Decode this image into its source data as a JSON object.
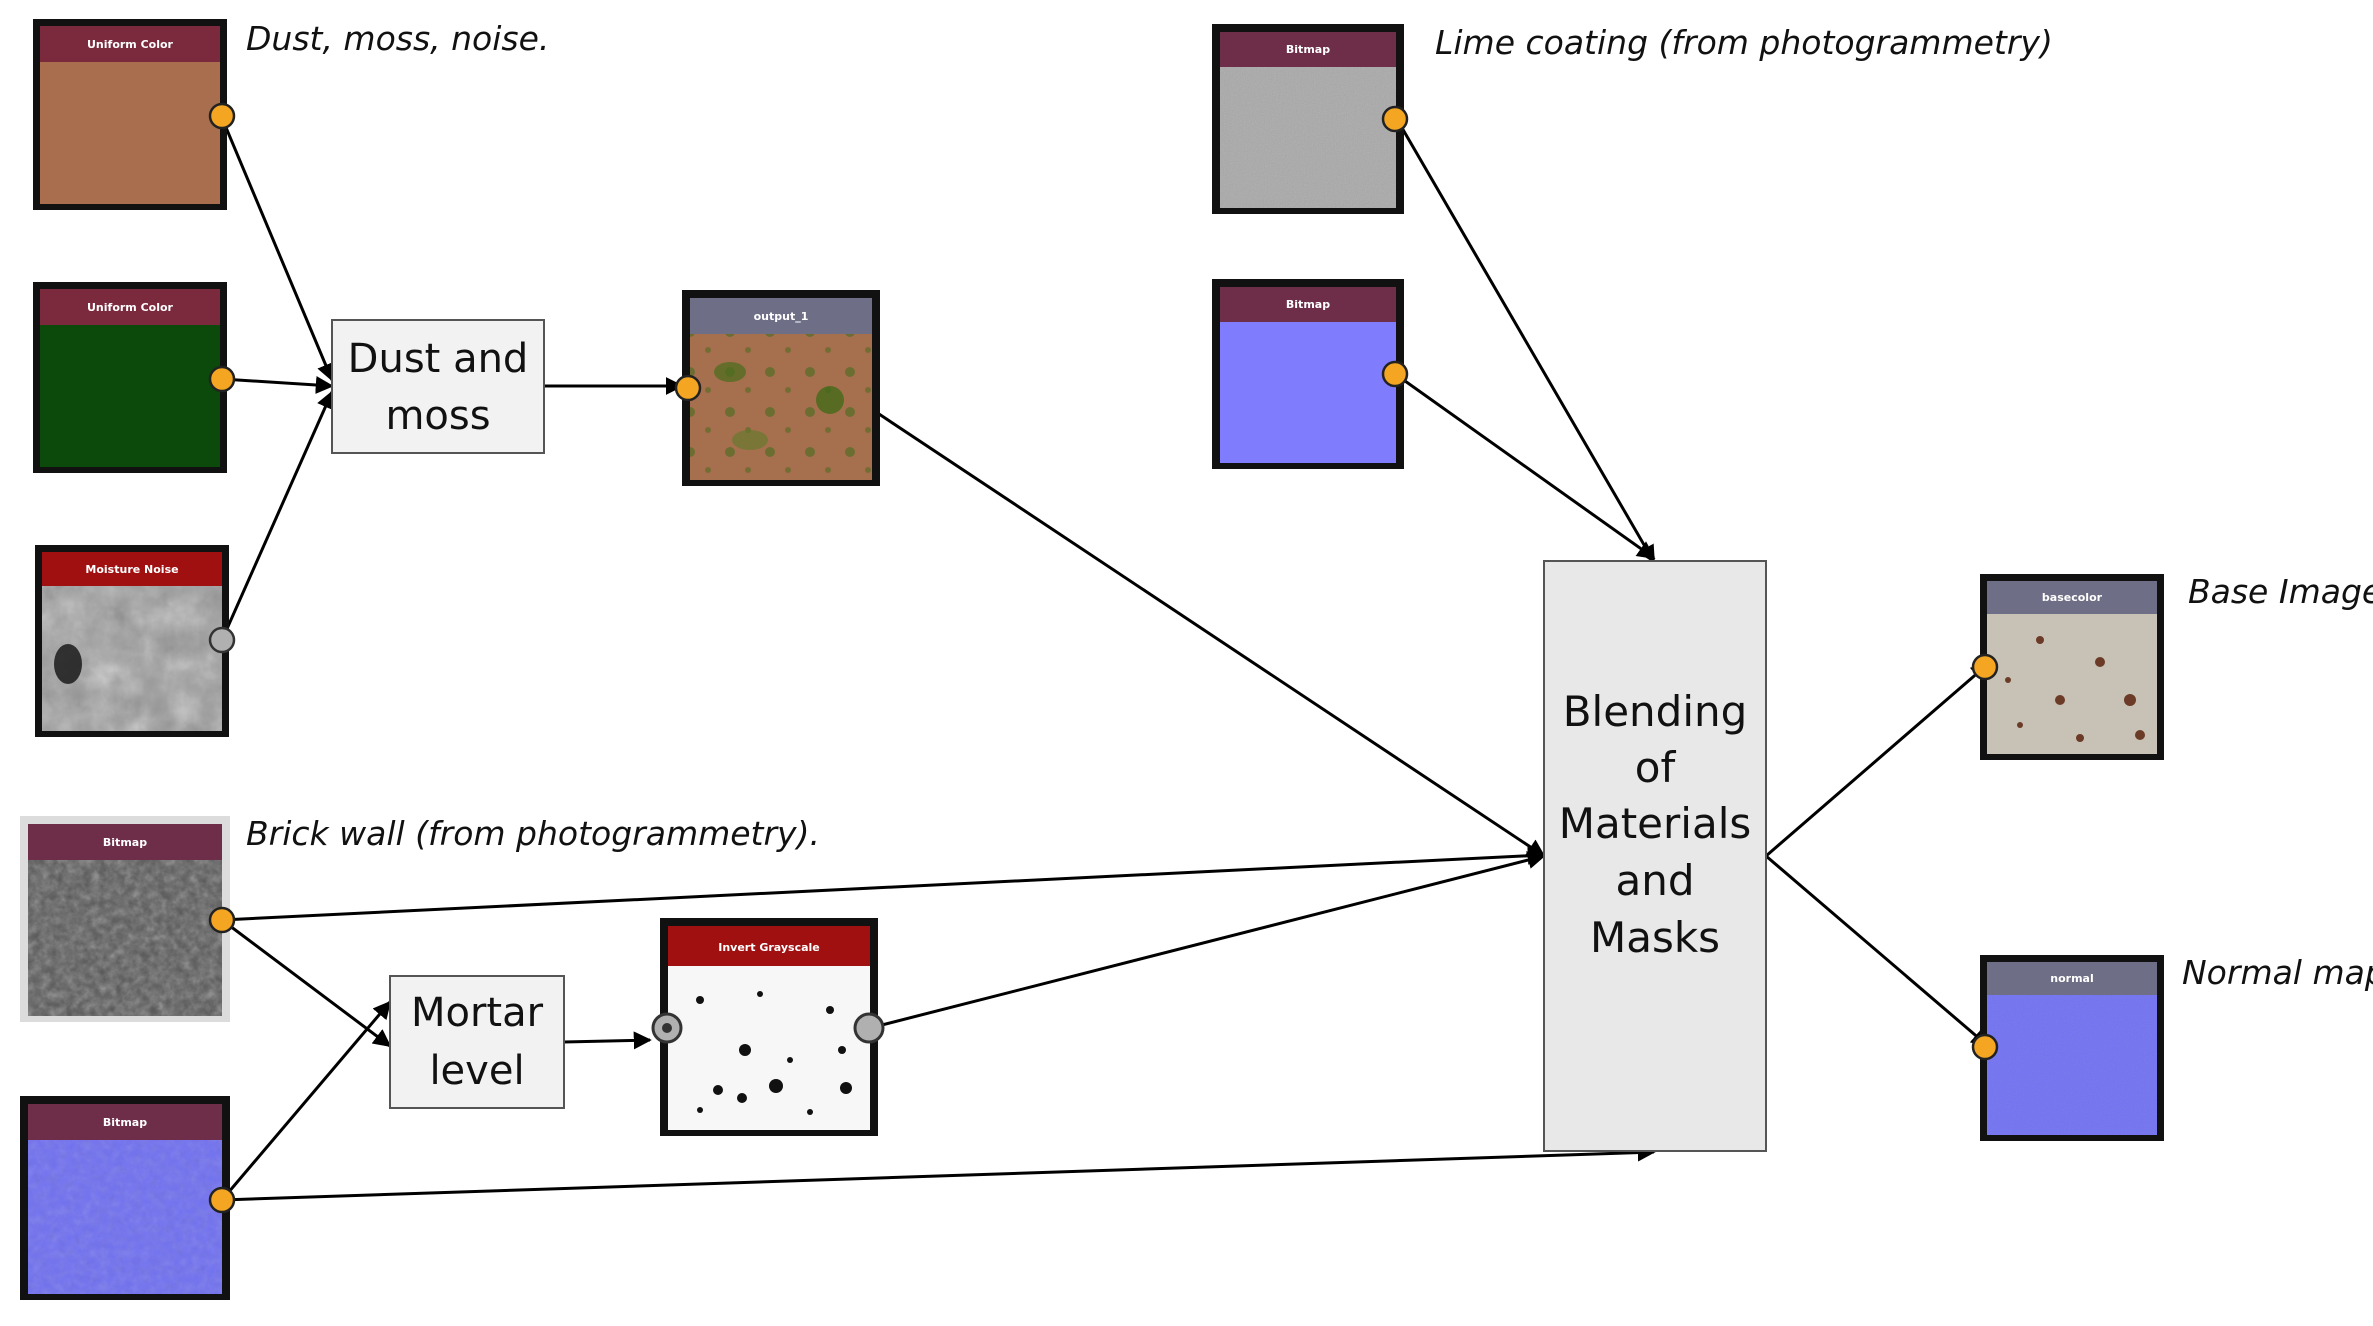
{
  "captions": {
    "dust": "Dust, moss, noise.",
    "lime": "Lime coating (from photogrammetry)",
    "brick": "Brick wall (from photogrammetry).",
    "base": "Base Image",
    "normal": "Normal map"
  },
  "nodes": {
    "uniform_brown": {
      "title": "Uniform Color",
      "header_color": "#7b2a3e",
      "fill_color": "#a86e4e"
    },
    "uniform_green": {
      "title": "Uniform Color",
      "header_color": "#7b2a3e",
      "fill_color": "#0b4a0b"
    },
    "moisture": {
      "title": "Moisture Noise",
      "header_color": "#a01010"
    },
    "output1": {
      "title": "output_1",
      "header_color": "#6e6e86"
    },
    "lime_bitmap": {
      "title": "Bitmap",
      "header_color": "#6e2e4a"
    },
    "blue_bitmap_top": {
      "title": "Bitmap",
      "header_color": "#6e2e4a",
      "fill_color": "#7f7dfd"
    },
    "brick_bitmap": {
      "title": "Bitmap",
      "header_color": "#6e2e4a"
    },
    "normal_bitmap": {
      "title": "Bitmap",
      "header_color": "#6e2e4a"
    },
    "invert": {
      "title": "Invert Grayscale",
      "header_color": "#a01010"
    },
    "basecolor": {
      "title": "basecolor",
      "header_color": "#6e6e86"
    },
    "normal_out": {
      "title": "normal",
      "header_color": "#6e6e86"
    }
  },
  "boxes": {
    "dust_moss": [
      "Dust and",
      "moss"
    ],
    "mortar": [
      "Mortar",
      "level"
    ],
    "blend": [
      "Blending",
      "of",
      "Materials",
      "and",
      "Masks"
    ]
  },
  "colors": {
    "port_orange": "#f4a623",
    "port_gray": "#b0b0b0",
    "box_fill": "#f2f2f2",
    "blend_fill": "#e8e8e8"
  }
}
